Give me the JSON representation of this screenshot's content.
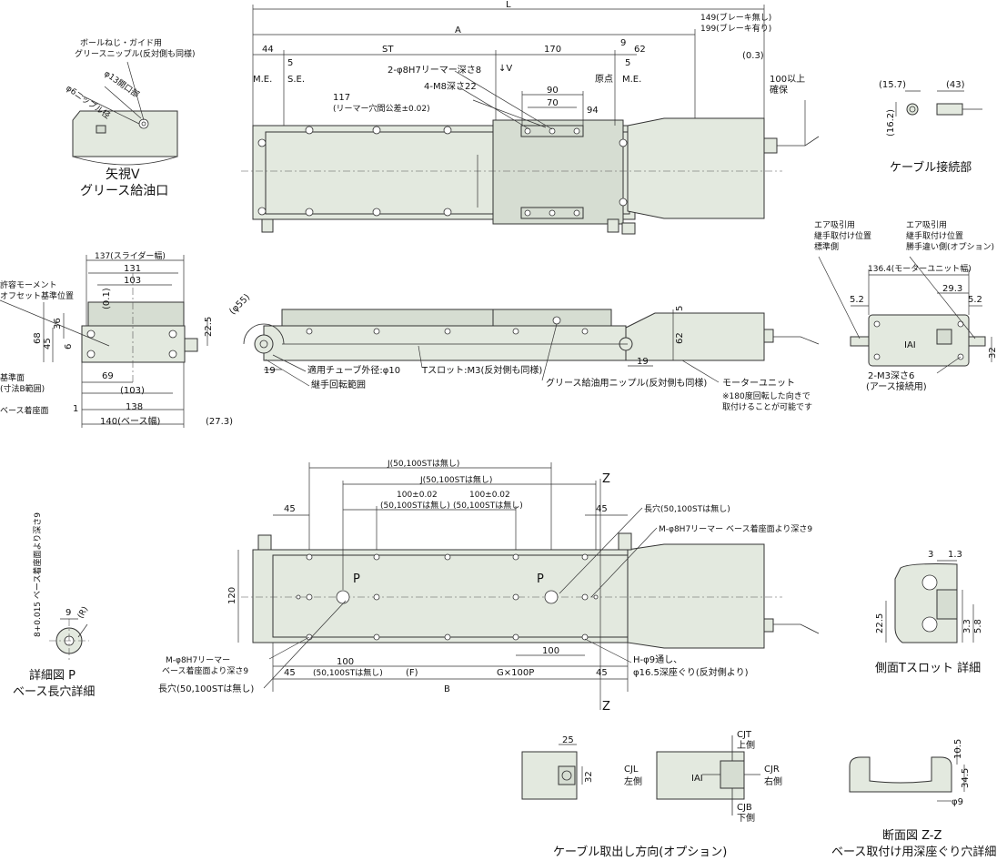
{
  "top_view": {
    "L": "L",
    "A": "A",
    "len_no_brake": "149(ブレーキ無し)",
    "len_brake": "199(ブレーキ有り)",
    "d44": "44",
    "dST": "ST",
    "d170": "170",
    "d9": "9",
    "d62": "62",
    "d03": "(0.3)",
    "d5a": "5",
    "d5b": "5",
    "me_left": "M.E.",
    "se": "S.E.",
    "origin": "原点",
    "me_right": "M.E.",
    "reamer": "2-φ8H7リーマー深さ8",
    "view_v": "↓V",
    "m8": "4-M8深さ22",
    "d90": "90",
    "d70": "70",
    "d94": "94",
    "d117": "117",
    "tol": "(リーマー穴間公差±0.02)",
    "clear1": "100以上",
    "clear2": "確保"
  },
  "view_v": {
    "nipple1": "ボールねじ・ガイド用",
    "nipple2": "グリースニップル(反対側も同様)",
    "hole13": "φ13開口部",
    "nip6": "φ6ニップル径",
    "title1": "矢視V",
    "title2": "グリース給油口"
  },
  "cable_conn": {
    "d157": "(15.7)",
    "d43": "(43)",
    "d162": "(16.2)",
    "title": "ケーブル接続部"
  },
  "end_view": {
    "slider_w": "137(スライダー幅)",
    "d131": "131",
    "d103": "103",
    "moment1": "許容モーメント",
    "moment2": "オフセット基準位置",
    "d01": "(0.1)",
    "d68": "68",
    "d36": "36",
    "d45": "45",
    "d6": "6",
    "d225": "22.5",
    "base1": "基準面",
    "base2": "(寸法B範囲)",
    "d69": "69",
    "d103p": "(103)",
    "seat": "ベース着座面",
    "d1": "1",
    "d138": "138",
    "base_w": "140(ベース幅)",
    "d273": "(27.3)"
  },
  "side_view": {
    "r55": "(φ55)",
    "d19a": "19",
    "d19b": "19",
    "d5": "5",
    "d62": "62",
    "tube": "適用チューブ外径:φ10",
    "joint": "継手回転範囲",
    "tslot": "Tスロット:M3(反対側も同様)",
    "grease": "グリース給油用ニップル(反対側も同様)",
    "motor": "モーターユニット",
    "note1": "※180度回転した向きで",
    "note2": "取付けることが可能です"
  },
  "motor_end": {
    "air1a": "エア吸引用",
    "air1b": "継手取付け位置",
    "air1c": "標準側",
    "air2a": "エア吸引用",
    "air2b": "継手取付け位置",
    "air2c": "勝手違い側(オプション)",
    "width": "136.4(モーターユニット幅)",
    "d293": "29.3",
    "d52a": "5.2",
    "d52b": "5.2",
    "d32": "32",
    "m3a": "2-M3深さ6",
    "m3b": "(アース接続用)"
  },
  "bottom_view": {
    "J1": "J(50,100STは無し)",
    "J2": "J(50,100STは無し)",
    "z_top": "Z",
    "z_bot": "Z",
    "d45a": "45",
    "d45b": "45",
    "d45c": "45",
    "d45d": "45",
    "tol1a": "100±0.02",
    "tol1b": "(50,100STは無し)",
    "tol2a": "100±0.02",
    "tol2b": "(50,100STは無し)",
    "slot": "長穴(50,100STは無し)",
    "mreamer": "M-φ8H7リーマー ベース着座面より深さ9",
    "d120": "120",
    "p1": "P",
    "p2": "P",
    "mream2a": "M-φ8H7リーマー",
    "mream2b": "ベース着座面より深さ9",
    "d100a": "100",
    "d100b": "(50,100STは無し)",
    "F": "(F)",
    "G": "G×100P",
    "d100c": "100",
    "hhole1": "H-φ9通し、",
    "hhole2": "φ16.5深座ぐり(反対側より)",
    "slot2": "長穴(50,100STは無し)",
    "B": "B"
  },
  "detail_p": {
    "depth": "8+0.015 ベース着座面より深さ9",
    "d9": "9",
    "R": "(R)",
    "title1": "詳細図 P",
    "title2": "ベース長穴詳細"
  },
  "tslot_detail": {
    "d3": "3",
    "d13": "1.3",
    "d225": "22.5",
    "d33": "3.3",
    "d58": "5.8",
    "title": "側面Tスロット 詳細"
  },
  "cable_dir": {
    "d25": "25",
    "d32": "32",
    "cjt1": "CJT",
    "cjt2": "上側",
    "cjl1": "CJL",
    "cjl2": "左側",
    "cjr1": "CJR",
    "cjr2": "右側",
    "cjb1": "CJB",
    "cjb2": "下側",
    "title": "ケーブル取出し方向(オプション)"
  },
  "section_zz": {
    "d105": "10.5",
    "d345": "34.5",
    "d9": "φ9",
    "title1": "断面図 Z-Z",
    "title2": "ベース取付け用深座ぐり穴詳細"
  }
}
